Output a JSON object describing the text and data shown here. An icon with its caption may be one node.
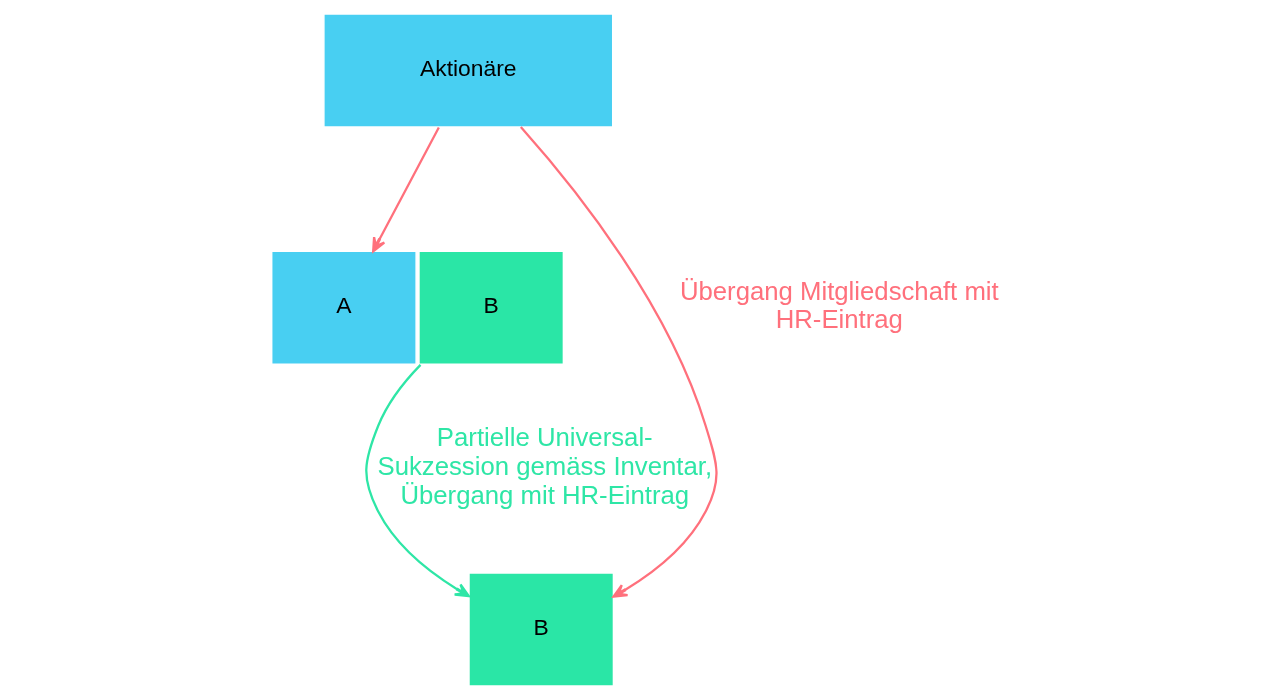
{
  "diagram": {
    "nodes": [
      {
        "text": [
          "Aktionäre"
        ]
      },
      {
        "text": [
          "A"
        ]
      },
      {
        "text": [
          "B"
        ]
      },
      {
        "text": [
          "B"
        ]
      }
    ],
    "edges": [
      {
        "from": 0,
        "to": 1,
        "arrow": "to"
      },
      {
        "from": 0,
        "to": 3,
        "arrow": "to",
        "label": "Übergang Mitgliedschaft mit HR-Eintrag"
      },
      {
        "from": 2,
        "to": 3,
        "arrow": "to",
        "label": "Partielle Universal-Sukzession gemäss Inventar, Übergang mit HR-Eintrag",
        "color": "#2ee6a6"
      }
    ]
  }
}
